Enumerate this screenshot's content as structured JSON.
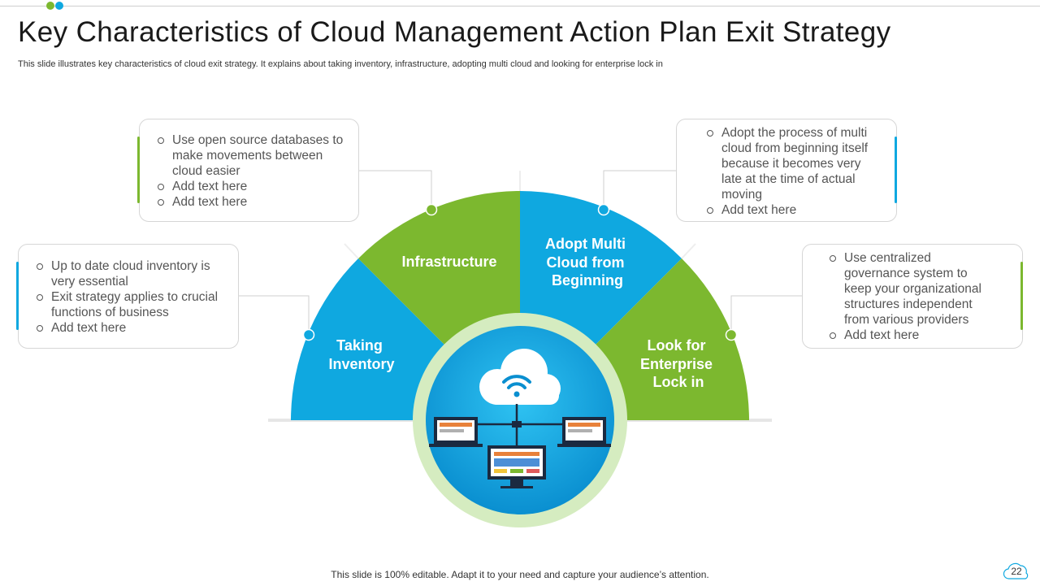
{
  "slide": {
    "title": "Key Characteristics of Cloud Management Action Plan Exit Strategy",
    "subtitle": "This slide illustrates key characteristics of cloud exit strategy. It explains about taking inventory, infrastructure, adopting multi cloud and looking for enterprise lock in",
    "footer": "This slide is 100% editable. Adapt it to your need and capture your audience’s attention.",
    "page_number": "22"
  },
  "colors": {
    "green": "#7cb82f",
    "blue": "#0fa8e0",
    "dark_blue": "#0a7fc0"
  },
  "segments": [
    {
      "label": "Taking Inventory",
      "line1": "Taking",
      "line2": "Inventory",
      "color": "#0fa8e0"
    },
    {
      "label": "Infrastructure",
      "line1": "Infrastructure",
      "color": "#7cb82f"
    },
    {
      "label": "Adopt Multi Cloud from Beginning",
      "line1": "Adopt Multi",
      "line2": "Cloud from",
      "line3": "Beginning",
      "color": "#0fa8e0"
    },
    {
      "label": "Look for Enterprise Lock in",
      "line1": "Look for",
      "line2": "Enterprise",
      "line3": "Lock in",
      "color": "#7cb82f"
    }
  ],
  "cards": {
    "infrastructure": {
      "items": [
        "Use open source databases to make movements between cloud easier",
        "Add text here",
        "Add text here"
      ]
    },
    "taking_inventory": {
      "items": [
        "Up to date cloud inventory is very essential",
        "Exit strategy applies to crucial functions of business",
        "Add text here"
      ]
    },
    "multi_cloud": {
      "items": [
        "Adopt the process of multi cloud from beginning itself because it becomes very late at the time of actual moving",
        "Add text here"
      ]
    },
    "enterprise_lock": {
      "items": [
        "Use centralized governance system to keep your organizational structures independent from various providers",
        "Add text here"
      ]
    }
  },
  "icons": {
    "center": "cloud-network-icon",
    "page": "cloud-icon"
  }
}
